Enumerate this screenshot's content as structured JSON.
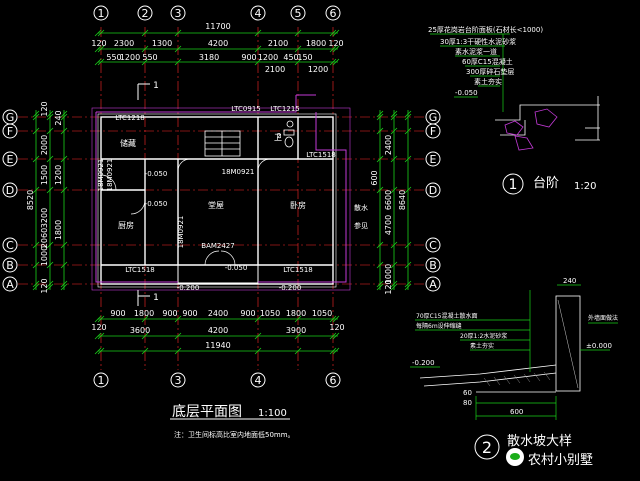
{
  "axes_num": [
    "1",
    "2",
    "3",
    "4",
    "5",
    "6"
  ],
  "axes_letter": [
    "A",
    "B",
    "C",
    "D",
    "E",
    "F",
    "G"
  ],
  "top_dims": {
    "total": "11700",
    "row1": [
      "120",
      "2300",
      "1300",
      "4200",
      "2100",
      "1800",
      "120"
    ],
    "row2": [
      "550",
      "1200",
      "550",
      "3180",
      "900",
      "1200",
      "450",
      "150"
    ],
    "row2_extra": [
      "2100",
      "1200"
    ]
  },
  "bottom_dims": {
    "row1": [
      "120",
      "900",
      "1800",
      "900",
      "900",
      "2400",
      "900",
      "1050",
      "1800",
      "1050",
      "120"
    ],
    "row2": [
      "3600",
      "4200",
      "3900"
    ],
    "total": "11940"
  },
  "left_dims": {
    "total": "8520",
    "col1": [
      "120",
      "2000",
      "1500",
      "3200",
      "2060",
      "1000",
      "120"
    ],
    "col2": [
      "240",
      "1200",
      "1800"
    ]
  },
  "right_dims": {
    "col1": [
      "2400",
      "6600",
      "4700",
      "1000",
      "120"
    ],
    "col2": [
      "600",
      "8640"
    ]
  },
  "rooms": {
    "storage": "储藏",
    "living": "堂屋",
    "bedroom": "卧房",
    "kitchen": "厨房",
    "wc": "卫"
  },
  "labels": {
    "win_top1": "LTC0915",
    "win_top2": "LTC1215",
    "win_left": "LTC1218",
    "win_bot_left": "LTC1518",
    "win_bot_right": "LTC1518",
    "win_right": "LTC1518",
    "door1": "18M0921",
    "door2": "18M0921",
    "door3": "18M0921",
    "door4": "18M0921",
    "door_main": "BAM2427",
    "level1": "-0.050",
    "level2": "-0.050",
    "level3": "-0.050",
    "level4": "-0.200",
    "level5": "-0.200",
    "stair_mark": "2",
    "drain": "散水",
    "drain2": "参见",
    "sec1": "1",
    "sec2": "1"
  },
  "step_detail": {
    "notes": [
      "25厚花岗岩台阶面板(石材长<1000)",
      "30厚1:3干硬性水泥砂浆",
      "素水泥浆一道",
      "60厚C15混凝土",
      "300厚碎石垫层",
      "素土夯实"
    ],
    "level": "-0.050",
    "num": "1",
    "title": "台阶",
    "scale": "1:20"
  },
  "apron_detail": {
    "notes": [
      "70厚C15混凝土散水面",
      "每隔6m设伸缩缝",
      "20厚1:2水泥砂浆",
      "素土夯实"
    ],
    "wall_note": "外墙面做法",
    "dims": [
      "240",
      "80",
      "600",
      "60"
    ],
    "level": "-0.200",
    "level2": "±0.000",
    "num": "2",
    "title": "散水坡大样"
  },
  "plan_title": "底层平面图",
  "plan_scale": "1:100",
  "plan_note": "注：卫生间标高比室内地面低50mm。",
  "watermark": "农村小别墅",
  "colors": {
    "background": "#000000",
    "dim_lines": "#19d219",
    "text": "#ffffff",
    "walls": "#ffffff",
    "partition": "#c23ad6",
    "grid": "#ff2a2a",
    "label_yellow": "#e6e600",
    "detail_white": "#ffffff"
  }
}
